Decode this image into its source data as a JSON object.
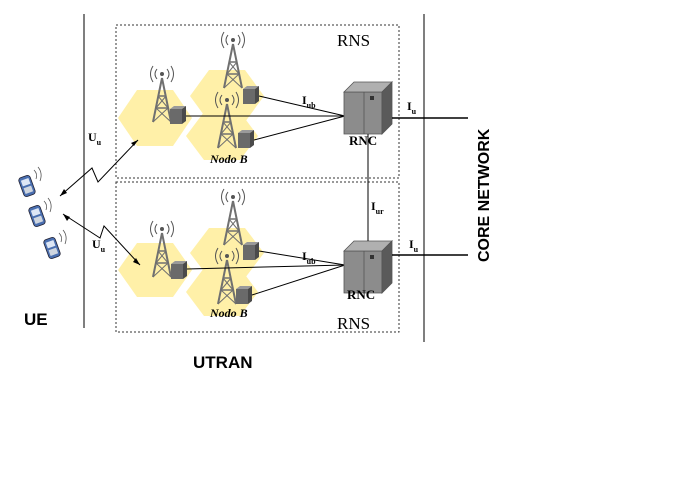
{
  "labels": {
    "rns_top": "RNS",
    "rns_bottom": "RNS",
    "rnc_top": "RNC",
    "rnc_bottom": "RNC",
    "nodo_b_top": "Nodo B",
    "nodo_b_bottom": "Nodo B",
    "ue": "UE",
    "utran": "UTRAN",
    "core_network": "CORE NETWORK"
  },
  "interfaces": {
    "uu_top": {
      "main": "U",
      "sub": "u"
    },
    "uu_bottom": {
      "main": "U",
      "sub": "u"
    },
    "iub_top": {
      "main": "I",
      "sub": "ub"
    },
    "iub_bottom": {
      "main": "I",
      "sub": "ub"
    },
    "iu_top": {
      "main": "I",
      "sub": "u"
    },
    "iu_bottom": {
      "main": "I",
      "sub": "u"
    },
    "iur": {
      "main": "I",
      "sub": "ur"
    }
  },
  "colors": {
    "cell_fill": "#fff0a8",
    "rnc_fill": "#8c8c8c",
    "rnc_dark": "#5a5a5a",
    "tower": "#707070",
    "line": "#000000",
    "divider": "#555555",
    "phone": "#4a6fb0"
  },
  "icons": {
    "base_station": "radio-tower-icon",
    "controller": "rnc-server-icon",
    "terminal": "mobile-phone-icon"
  }
}
